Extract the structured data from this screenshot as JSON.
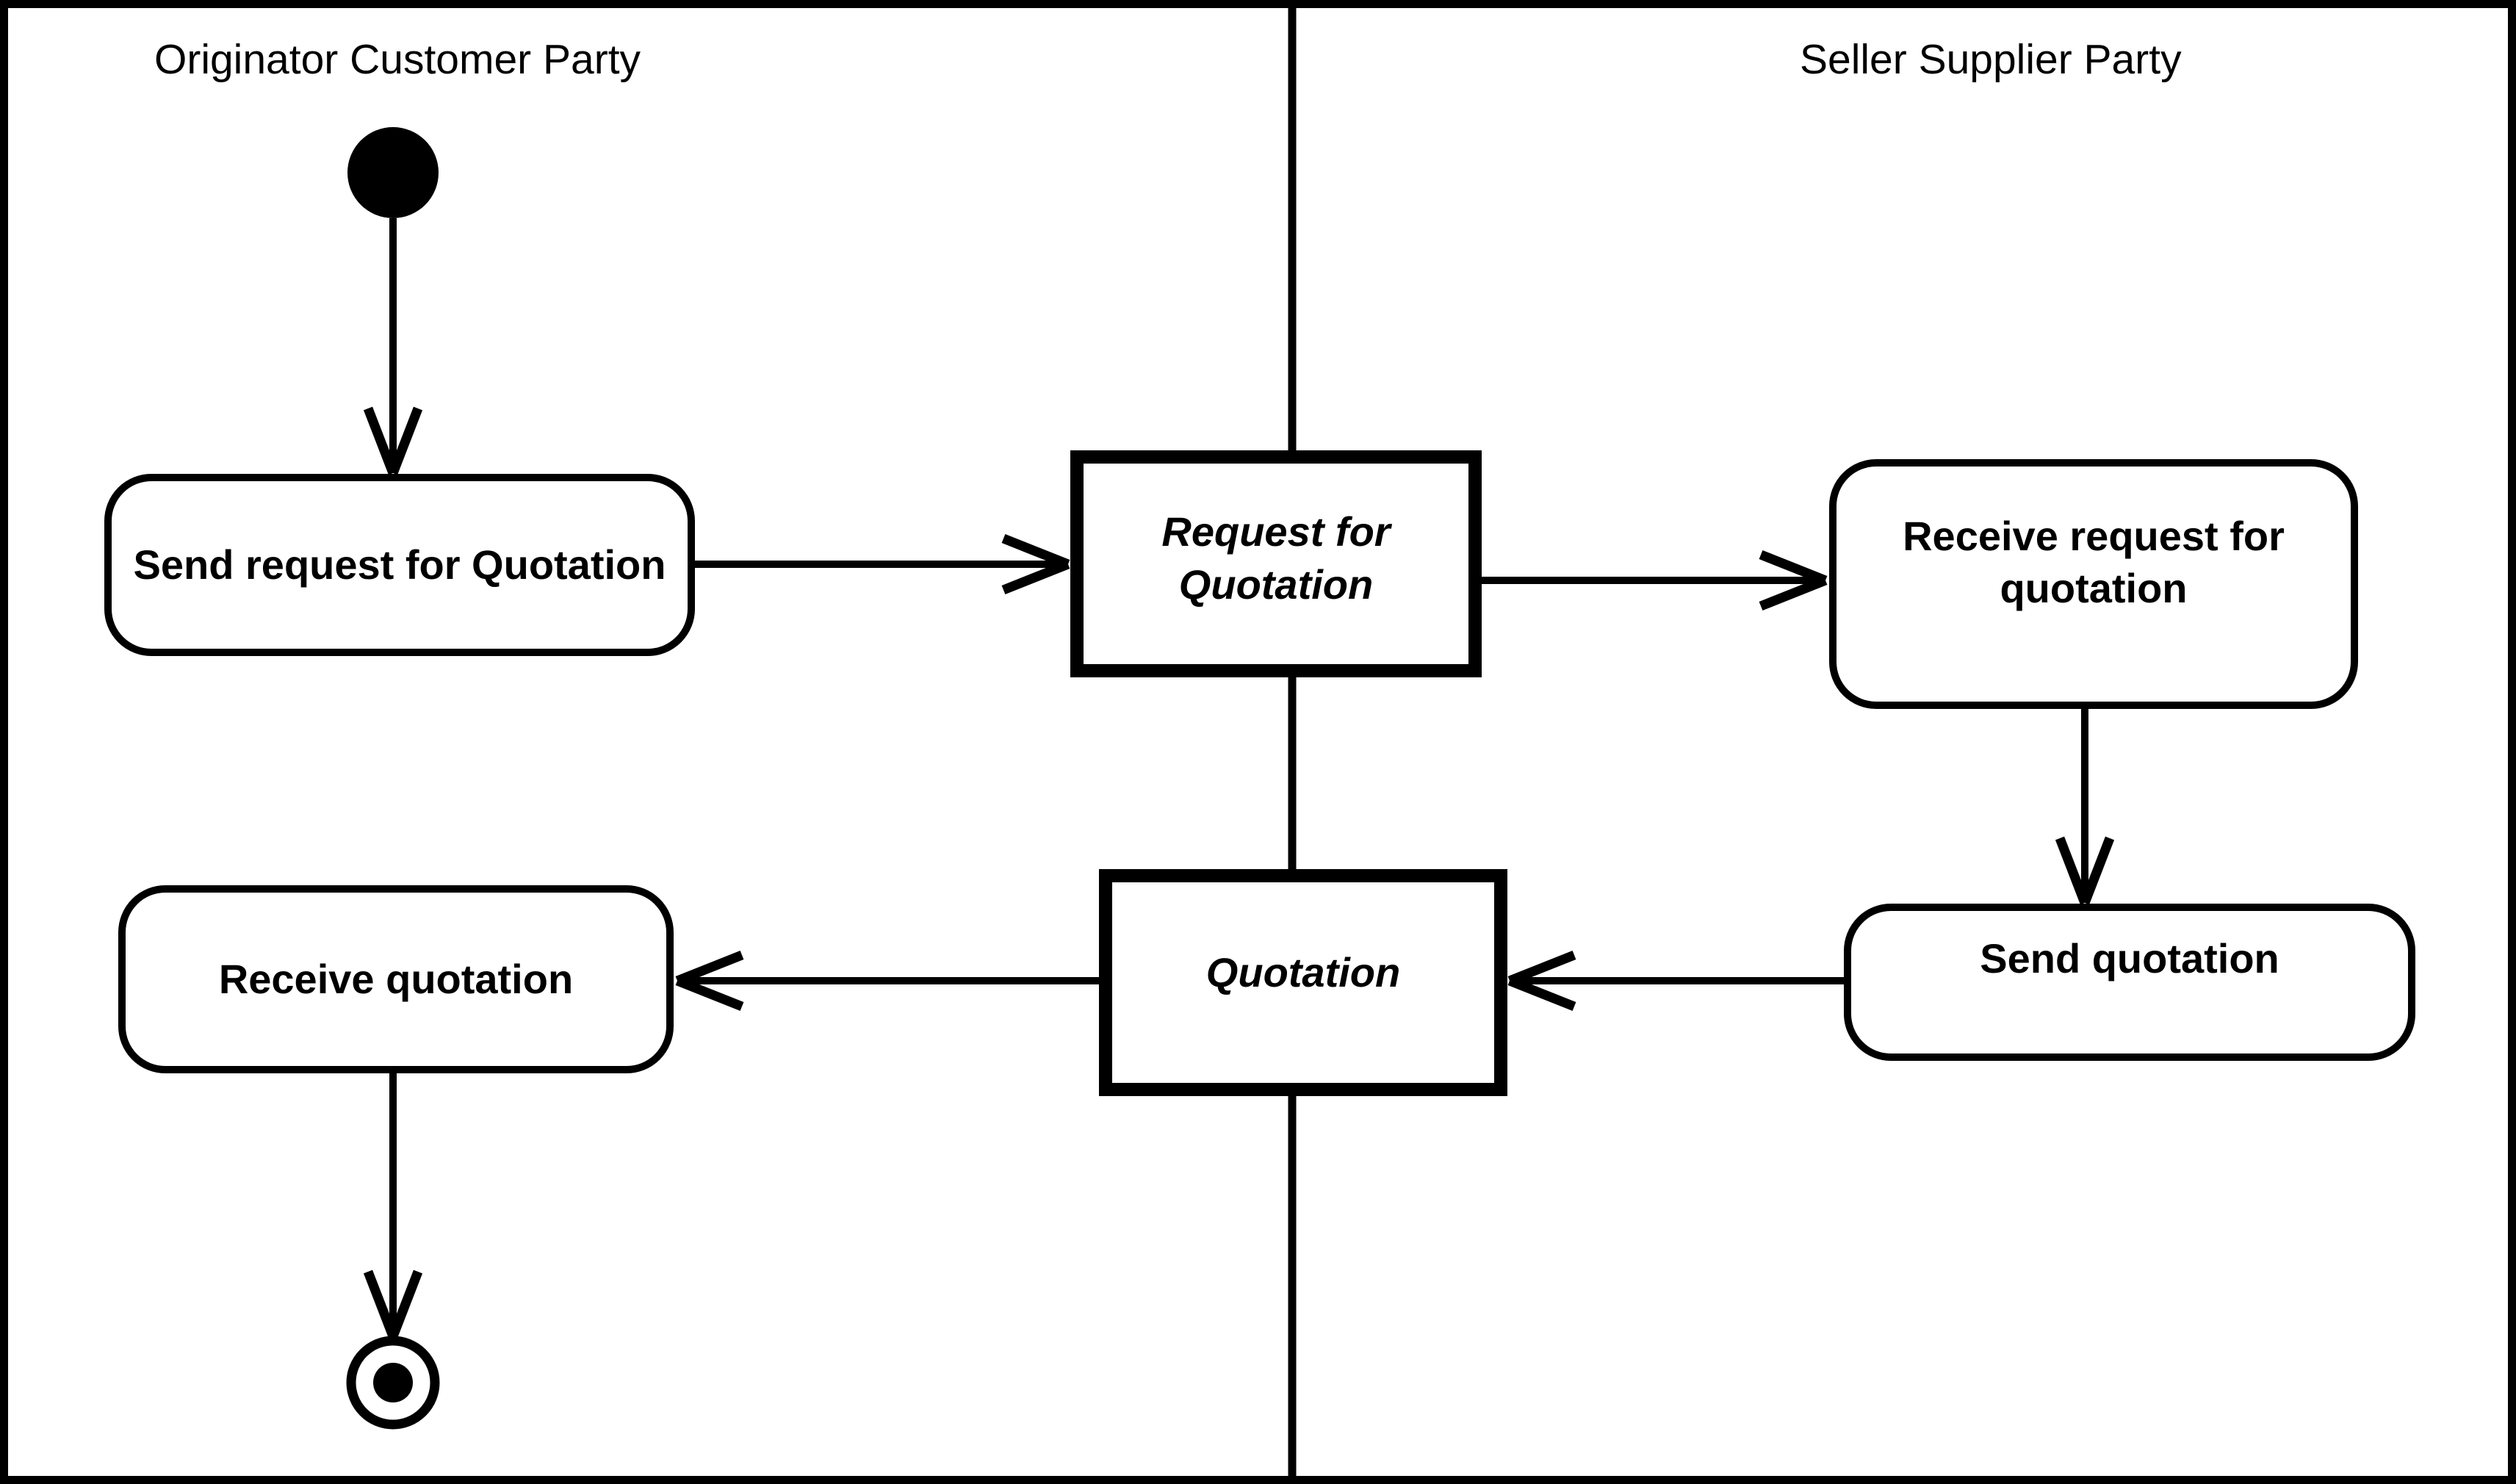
{
  "diagram": {
    "kind": "uml-activity-diagram-with-swimlanes",
    "colors": {
      "ink": "#000000",
      "background": "#ffffff"
    },
    "lanes": [
      {
        "id": "originator",
        "title": "Originator Customer Party"
      },
      {
        "id": "seller",
        "title": "Seller Supplier Party"
      }
    ],
    "nodes": [
      {
        "id": "initial-state",
        "kind": "initial-state",
        "lane": "originator",
        "label": ""
      },
      {
        "id": "send-request",
        "kind": "activity",
        "lane": "originator",
        "label": "Send request for Quotation"
      },
      {
        "id": "request-for-quotation",
        "kind": "object",
        "lane": "boundary",
        "label": "Request for Quotation"
      },
      {
        "id": "receive-request",
        "kind": "activity",
        "lane": "seller",
        "label": "Receive request for quotation"
      },
      {
        "id": "send-quotation",
        "kind": "activity",
        "lane": "seller",
        "label": "Send quotation"
      },
      {
        "id": "quotation",
        "kind": "object",
        "lane": "boundary",
        "label": "Quotation"
      },
      {
        "id": "receive-quotation",
        "kind": "activity",
        "lane": "originator",
        "label": "Receive quotation"
      },
      {
        "id": "final-state",
        "kind": "final-state",
        "lane": "originator",
        "label": ""
      }
    ],
    "edges": [
      {
        "from": "initial-state",
        "to": "send-request"
      },
      {
        "from": "send-request",
        "to": "request-for-quotation"
      },
      {
        "from": "request-for-quotation",
        "to": "receive-request"
      },
      {
        "from": "receive-request",
        "to": "send-quotation"
      },
      {
        "from": "send-quotation",
        "to": "quotation"
      },
      {
        "from": "quotation",
        "to": "receive-quotation"
      },
      {
        "from": "receive-quotation",
        "to": "final-state"
      }
    ]
  }
}
